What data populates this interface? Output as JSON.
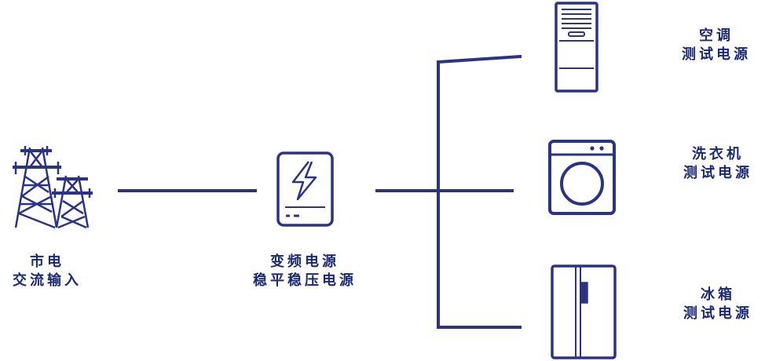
{
  "colors": {
    "stroke": "#2a3483",
    "text": "#1b2a73",
    "background": "#ffffff"
  },
  "nodes": {
    "grid": {
      "icon": "power-tower-icon",
      "line1": "市电",
      "line2": "交流输入"
    },
    "supply": {
      "icon": "power-supply-icon",
      "line1": "变频电源",
      "line2": "稳平稳压电源"
    },
    "ac": {
      "icon": "air-conditioner-icon",
      "line1": "空调",
      "line2": "测试电源"
    },
    "washer": {
      "icon": "washing-machine-icon",
      "line1": "洗衣机",
      "line2": "测试电源"
    },
    "fridge": {
      "icon": "refrigerator-icon",
      "line1": "冰箱",
      "line2": "测试电源"
    }
  }
}
